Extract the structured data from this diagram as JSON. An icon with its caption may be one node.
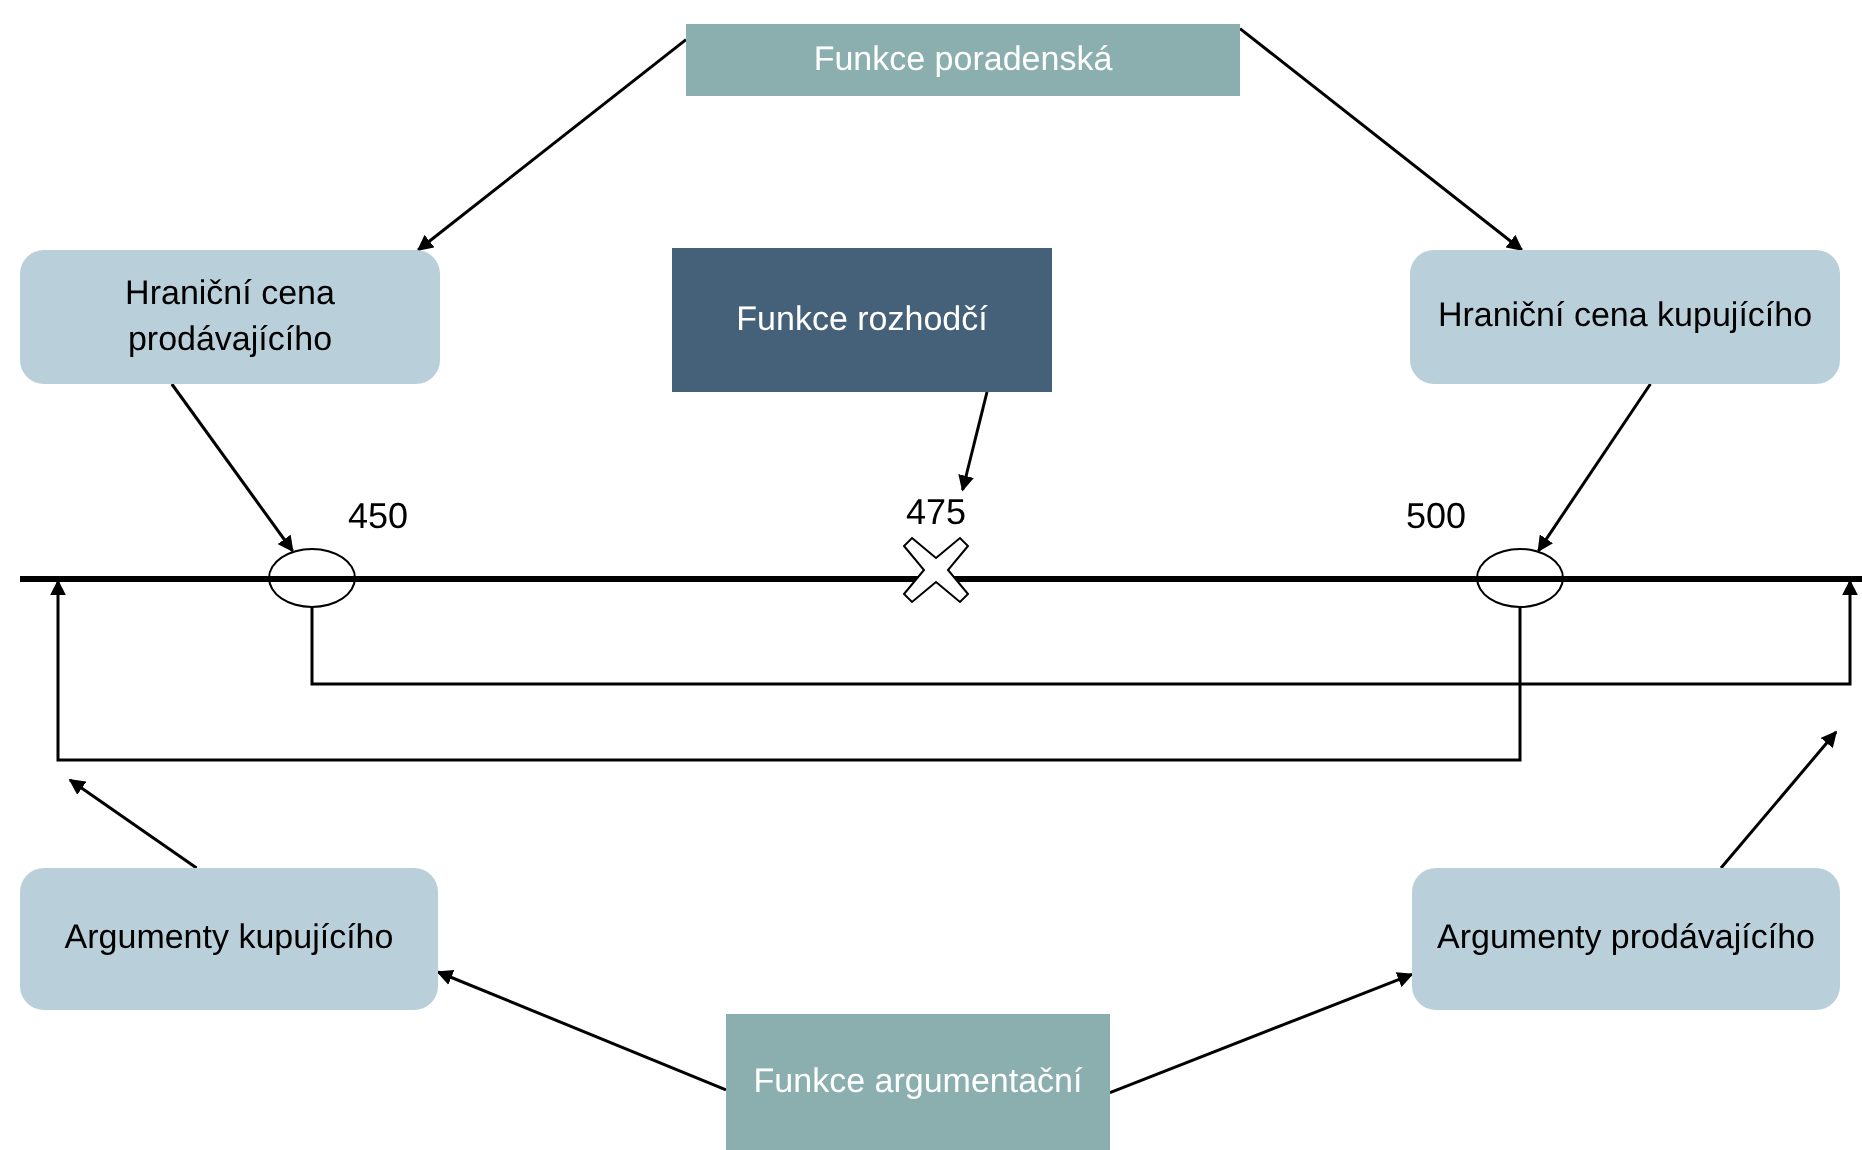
{
  "diagram": {
    "nodes": [
      {
        "text": [
          "Funkce poradenská"
        ]
      },
      {
        "text": [
          "Hraniční cena prodávajícího"
        ]
      },
      {
        "text": [
          "Funkce rozhodčí"
        ]
      },
      {
        "text": [
          "Hraniční cena kupujícího"
        ]
      },
      {
        "text": [],
        "shape": "ellipse",
        "beside": [
          "450"
        ]
      },
      {
        "text": [],
        "shape": "cross",
        "beside": [
          "475"
        ]
      },
      {
        "text": [],
        "shape": "ellipse",
        "beside": [
          "500"
        ]
      },
      {
        "text": [],
        "shape": "line"
      },
      {
        "text": [
          "Argumenty kupujícího"
        ]
      },
      {
        "text": [
          "Argumenty prodávajícího"
        ]
      },
      {
        "text": [
          "Funkce argumentační"
        ]
      }
    ],
    "edges": [
      {
        "from": 0,
        "to": 1,
        "arrow": "to"
      },
      {
        "from": 0,
        "to": 3,
        "arrow": "to"
      },
      {
        "from": 1,
        "to": 4,
        "arrow": "to"
      },
      {
        "from": 2,
        "to": 5,
        "arrow": "to"
      },
      {
        "from": 3,
        "to": 6,
        "arrow": "to"
      },
      {
        "from": 4,
        "to": 7,
        "arrow": "to"
      },
      {
        "from": 6,
        "to": 7,
        "arrow": "to"
      },
      {
        "from": 8,
        "to": null,
        "arrow": "to"
      },
      {
        "from": 9,
        "to": null,
        "arrow": "to"
      },
      {
        "from": 10,
        "to": 8,
        "arrow": "to"
      },
      {
        "from": 10,
        "to": 9,
        "arrow": "to"
      }
    ]
  }
}
